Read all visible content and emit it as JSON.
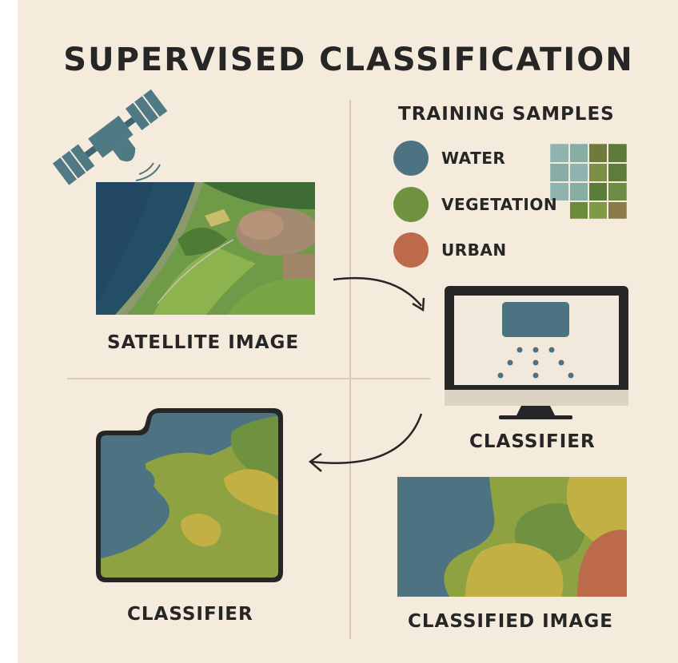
{
  "title": "SUPERVISED CLASSIFICATION",
  "satellite_image": {
    "label": "SATELLITE IMAGE",
    "icon": "satellite-icon"
  },
  "training_samples": {
    "title": "TRAINING SAMPLES",
    "classes": [
      {
        "label": "WATER",
        "color": "#4d7282"
      },
      {
        "label": "VEGETATION",
        "color": "#6e9240"
      },
      {
        "label": "URBAN",
        "color": "#bd6a4a"
      }
    ],
    "icon": "sample-grid-icon"
  },
  "classifier": {
    "label": "CLASSIFIER",
    "icon": "monitor-icon"
  },
  "classifier_map": {
    "label": "CLASSIFIER"
  },
  "classified_image": {
    "label": "CLASSIFIED IMAGE"
  },
  "colors": {
    "background": "#f4ebdc",
    "water": "#4d7282",
    "vegetation": "#6e9240",
    "mixed": "#8ea241",
    "urban": "#bd6a4a",
    "dry": "#c3b044",
    "dark": "#262626"
  }
}
